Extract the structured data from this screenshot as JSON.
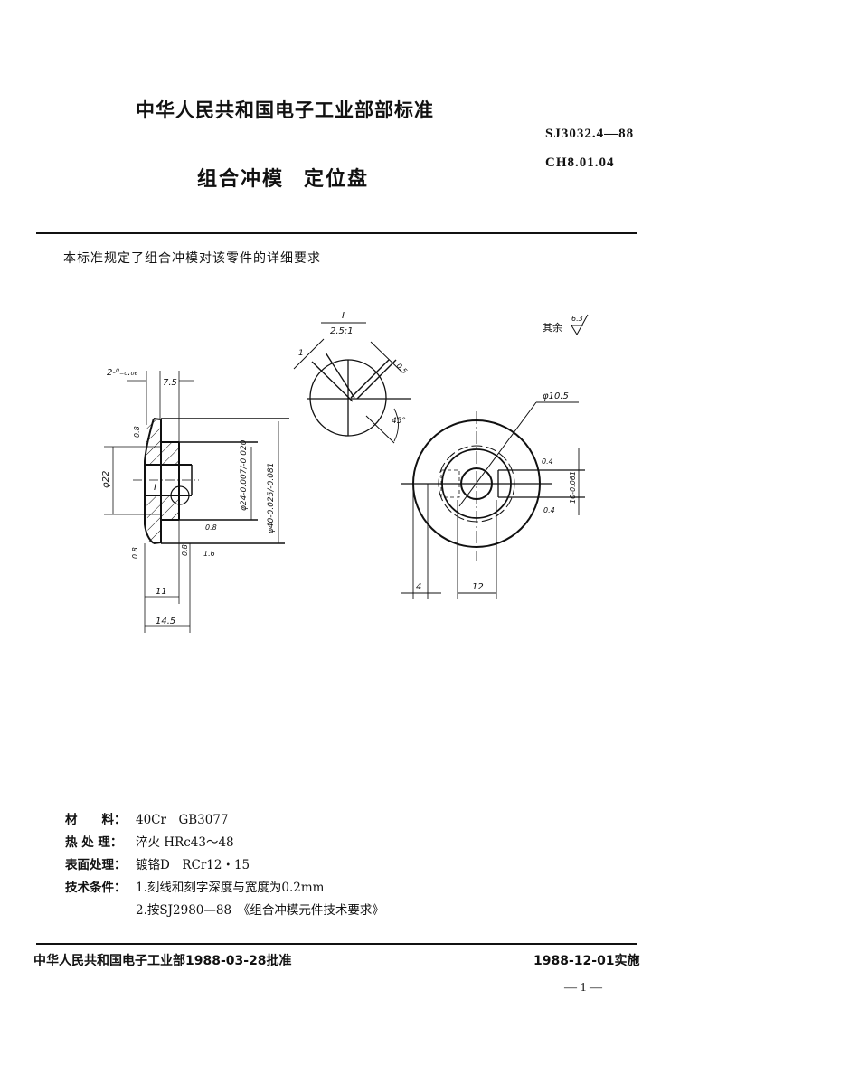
{
  "header": {
    "standard_body": "中华人民共和国电子工业部部标准",
    "standard_code": "SJ3032.4—88",
    "classification_code": "CH8.01.04",
    "title_part1": "组合冲模",
    "title_part2": "定位盘"
  },
  "intro": "本标准规定了组合冲模对该零件的详细要求",
  "drawing": {
    "section_view": {
      "dims": {
        "thickness_tol": "2-⁰₋₀.₀₆",
        "width_7_5": "7.5",
        "dia_22": "φ22",
        "dia_24": "φ24-0.007/-0.020",
        "dia_40": "φ40-0.025/-0.081",
        "len_11": "11",
        "len_14_5": "14.5",
        "detail_ref": "I",
        "roughness_0_8_a": "0.8",
        "roughness_0_8_b": "0.8",
        "roughness_0_8_c": "0.8",
        "roughness_0_8_d": "0.8",
        "roughness_1_6": "1.6"
      }
    },
    "detail_view": {
      "label_top": "I",
      "label_scale": "2.5:1",
      "dim_1": "1",
      "dim_0_5": "0.5",
      "angle": "45°"
    },
    "plan_view": {
      "dia_10_5": "φ10.5",
      "dim_4": "4",
      "dim_12": "12",
      "slot_width": "10-0.061",
      "roughness_top": "0.4",
      "roughness_bottom": "0.4"
    },
    "surface_finish_note": {
      "label": "其余",
      "value": "6.3"
    }
  },
  "specs": [
    {
      "label": "材　　料：",
      "value": "40Cr　GB3077"
    },
    {
      "label": "热 处 理：",
      "value": "淬火 HRc43～48"
    },
    {
      "label": "表面处理：",
      "value": "镀铬D　RCr12・15"
    },
    {
      "label": "技术条件：",
      "value": "1.刻线和刻字深度与宽度为0.2mm"
    },
    {
      "label": "",
      "value": "2.按SJ2980—88　《组合冲模元件技术要求》"
    }
  ],
  "footer": {
    "approval": "中华人民共和国电子工业部1988-03-28批准",
    "effective": "1988-12-01实施",
    "page_number": "— 1 —"
  }
}
